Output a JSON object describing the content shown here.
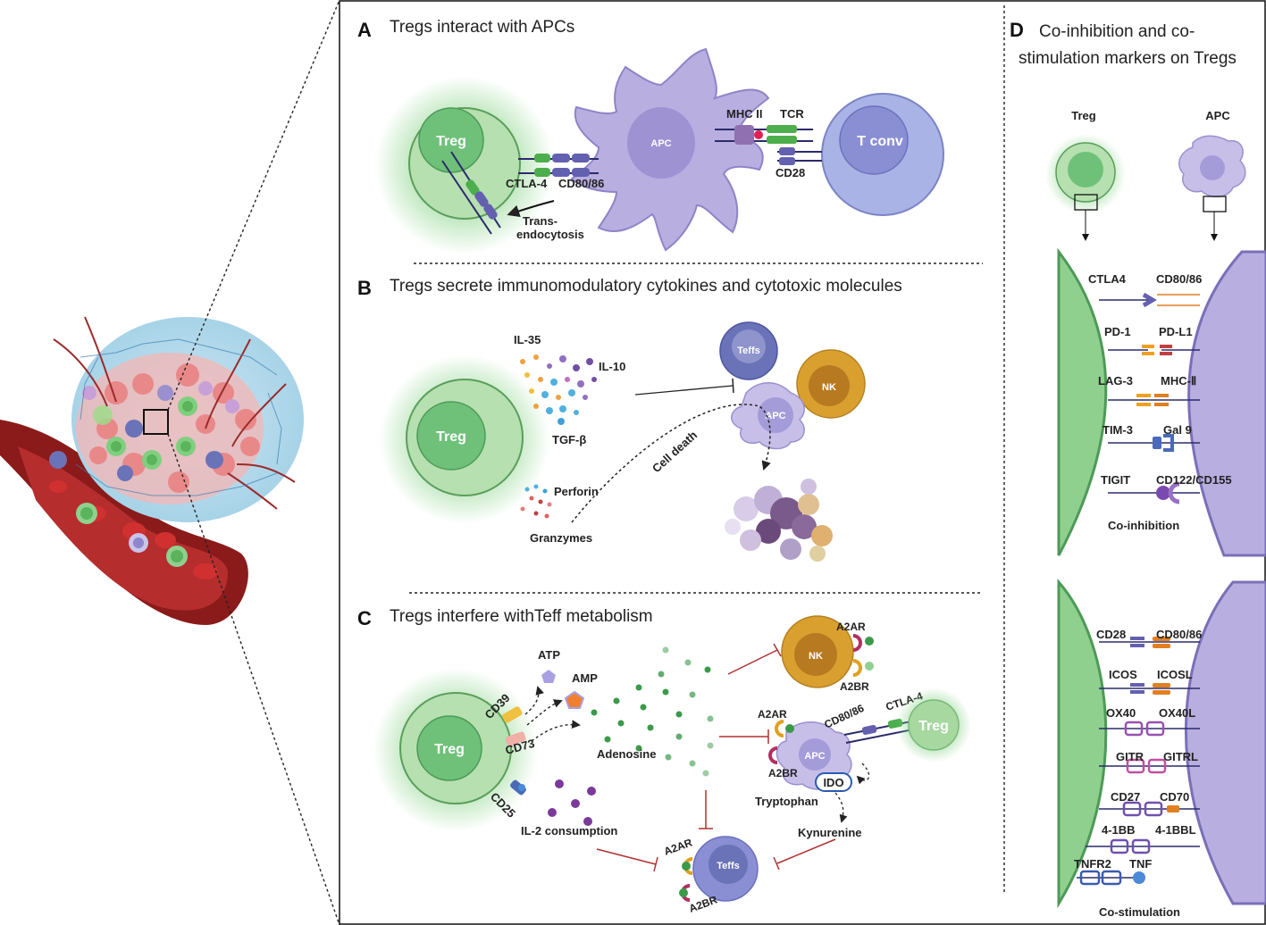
{
  "panel_a": {
    "letter": "A",
    "title": "Tregs interact with APCs",
    "treg": "Treg",
    "apc": "APC",
    "tconv": "T conv",
    "ctla4": "CTLA-4",
    "cd80_86": "CD80/86",
    "trans_1": "Trans-",
    "trans_2": "endocytosis",
    "mhc2": "MHC II",
    "tcr": "TCR",
    "cd28": "CD28"
  },
  "panel_b": {
    "letter": "B",
    "title": "Tregs secrete immunomodulatory cytokines and cytotoxic molecules",
    "treg": "Treg",
    "il35": "IL-35",
    "il10": "IL-10",
    "tgfb": "TGF-β",
    "perforin": "Perforin",
    "granzymes": "Granzymes",
    "cell_death": "Cell death",
    "teffs": "Teffs",
    "nk": "NK",
    "apc": "APC"
  },
  "panel_c": {
    "letter": "C",
    "title": "Tregs interfere withTeff metabolism",
    "treg": "Treg",
    "atp": "ATP",
    "amp": "AMP",
    "cd39": "CD39",
    "cd73": "CD73",
    "cd25": "CD25",
    "adenosine": "Adenosine",
    "il2": "IL-2 consumption",
    "nk": "NK",
    "a2ar": "A2AR",
    "a2br": "A2BR",
    "apc": "APC",
    "cd80_86": "CD80/86",
    "ctla4": "CTLA-4",
    "treg_small": "Treg",
    "ido": "IDO",
    "tryptophan": "Tryptophan",
    "kynurenine": "Kynurenine",
    "teffs": "Teffs"
  },
  "panel_d": {
    "letter": "D",
    "title_line1": "Co-inhibition and co-",
    "title_line2": "stimulation markers on Tregs",
    "treg": "Treg",
    "apc": "APC",
    "coinhibition": {
      "label": "Co-inhibition",
      "pairs": [
        {
          "left": "CTLA4",
          "right": "CD80/86"
        },
        {
          "left": "PD-1",
          "right": "PD-L1"
        },
        {
          "left": "LAG-3",
          "right": "MHC-Ⅱ"
        },
        {
          "left": "TIM-3",
          "right": "Gal 9"
        },
        {
          "left": "TIGIT",
          "right": "CD122/CD155"
        }
      ]
    },
    "costimulation": {
      "label": "Co-stimulation",
      "pairs": [
        {
          "left": "CD28",
          "right": "CD80/86"
        },
        {
          "left": "ICOS",
          "right": "ICOSL"
        },
        {
          "left": "OX40",
          "right": "OX40L"
        },
        {
          "left": "GITR",
          "right": "GITRL"
        },
        {
          "left": "CD27",
          "right": "CD70"
        },
        {
          "left": "4-1BB",
          "right": "4-1BBL"
        },
        {
          "left": "TNFR2",
          "right": "TNF"
        }
      ]
    }
  },
  "colors": {
    "treg_green": "#8fd08f",
    "apc_purple": "#b8aee0",
    "tconv_blue": "#a9b3e6",
    "nk_orange": "#d9a030",
    "vessel_red": "#8b1a1a"
  }
}
